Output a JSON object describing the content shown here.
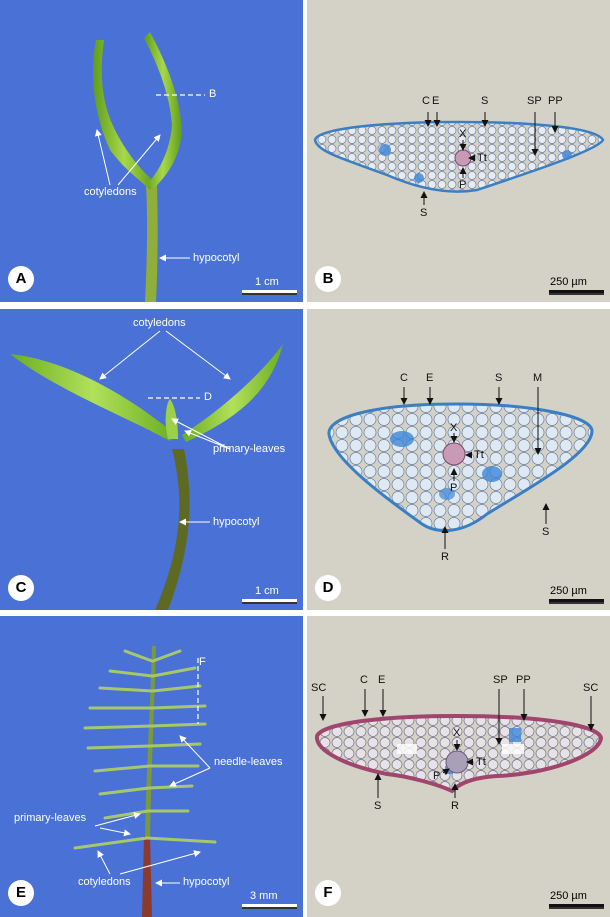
{
  "panels": {
    "A": {
      "letter": "A",
      "scale": "1 cm",
      "labels": {
        "section": "B",
        "cotyledons": "cotyledons",
        "hypocotyl": "hypocotyl"
      }
    },
    "B": {
      "letter": "B",
      "scale": "250 µm",
      "labels": {
        "C": "C",
        "E": "E",
        "S_top": "S",
        "SP": "SP",
        "PP": "PP",
        "X": "X",
        "Tt": "Tt",
        "P": "P",
        "S_bottom": "S"
      }
    },
    "C": {
      "letter": "C",
      "scale": "1 cm",
      "labels": {
        "cotyledons": "cotyledons",
        "section": "D",
        "primary_leaves": "primary-leaves",
        "hypocotyl": "hypocotyl"
      }
    },
    "D": {
      "letter": "D",
      "scale": "250 µm",
      "labels": {
        "C": "C",
        "E": "E",
        "S_top": "S",
        "M": "M",
        "X": "X",
        "Tt": "Tt",
        "P": "P",
        "S_bottom": "S",
        "R": "R"
      }
    },
    "E": {
      "letter": "E",
      "scale": "3 mm",
      "labels": {
        "section": "F",
        "primary_leaves": "primary-leaves",
        "needle_leaves": "needle-leaves",
        "cotyledons": "cotyledons",
        "hypocotyl": "hypocotyl"
      }
    },
    "F": {
      "letter": "F",
      "scale": "250 µm",
      "labels": {
        "SC_left": "SC",
        "C": "C",
        "E": "E",
        "SP": "SP",
        "PP": "PP",
        "SC_right": "SC",
        "X": "X",
        "Tt": "Tt",
        "P": "P",
        "S": "S",
        "R": "R"
      }
    }
  },
  "colors": {
    "photo_background": "#4a71d6",
    "micrograph_background": "#d4d2c6",
    "plant_green": "#7fbe2c",
    "stem_brown": "#6b5a2c",
    "tissue_blue": "#3c86d8",
    "epidermis_magenta": "#a0456e"
  }
}
